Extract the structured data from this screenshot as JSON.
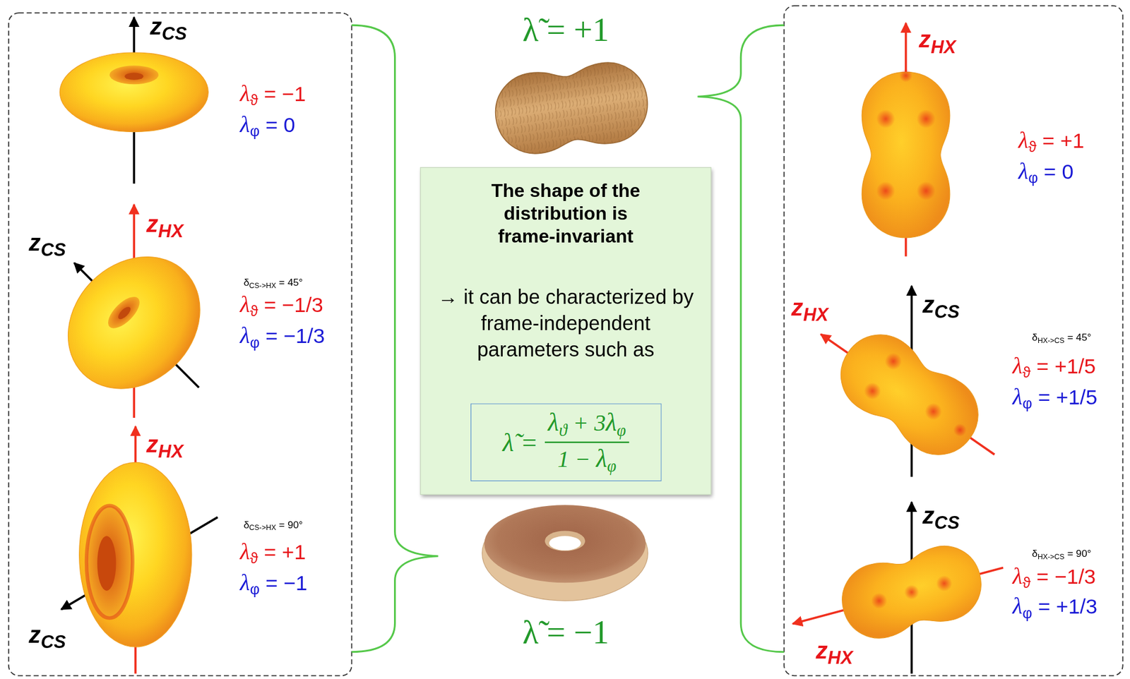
{
  "diagram": {
    "nodes": [
      {
        "text": [
          "The shape of the distribution is frame-invariant",
          "→ it can be characterized by frame-independent parameters such as"
        ]
      },
      {
        "text": [
          "λ̃ =",
          "λϑ + 3λφ",
          "1 − λφ"
        ],
        "in": 0
      }
    ],
    "labels": [
      "zCS",
      "λϑ = −1",
      "λφ = 0",
      "zHX",
      "zCS",
      "δCS->HX = 45°",
      "λϑ = −1/3",
      "λφ = −1/3",
      "zHX",
      "δCS->HX = 90°",
      "λϑ = +1",
      "λφ = −1",
      "zCS",
      "λ̃ = +1",
      "λ̃ = −1",
      "zHX",
      "λϑ = +1",
      "λφ = 0",
      "zCS",
      "zHX",
      "δHX->CS = 45°",
      "λϑ = +1/5",
      "λφ = +1/5",
      "zCS",
      "δHX->CS = 90°",
      "λϑ = −1/3",
      "λφ = +1/3",
      "zHX"
    ]
  }
}
